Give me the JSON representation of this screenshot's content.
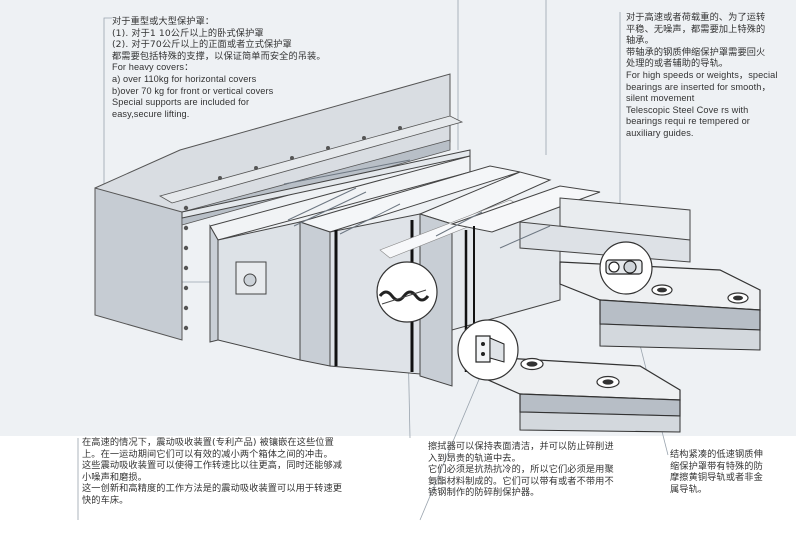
{
  "notes": {
    "heavy_covers": {
      "lines": [
        "对于重型或大型保护罩：",
        "(1). 对于1 10公斤以上的卧式保护罩",
        "(2). 对于70公斤以上的正面或者立式保护罩",
        "都需要包括特殊的支撑，以保证简单而安全的吊装。",
        "For heavy covers：",
        "a) over 110kg for horizontal covers",
        "b)over 70 kg for front or vertical covers",
        "Special supports are included for",
        "easy,secure lifting."
      ]
    },
    "high_speed": {
      "lines": [
        "对于高速或者荷载重的、为了运转",
        "平稳、无噪声，都需要加上特殊的",
        "轴承。",
        "带轴承的钢质伸缩保护罩需要回火",
        "处理的或者辅助的导轨。",
        "For high speeds or weights，special",
        "bearings are inserted for smooth，",
        "silent movement",
        "Telescopic Steel Cove rs with",
        "bearings requi re tempered or",
        "auxiliary guides."
      ]
    },
    "damping": {
      "lines": [
        "在高速的情况下，震动吸收装置(专利产品) 被镶嵌在这些位置",
        "上。在一运动期间它们可以有效的减小两个箱体之间的冲击。",
        "这些震动吸收装置可以使得工作转速比以往更高，同时还能够减",
        "小噪声和磨损。",
        "这一创新和高精度的工作方法是的震动吸收装置可以用于转速更",
        "快的车床。"
      ]
    },
    "wiper": {
      "lines": [
        "擦拭器可以保持表面清洁，并可以防止碎削进",
        "入到昂贵的轨道中去。",
        "它们必须是抗热抗冷的，所以它们必须是用聚",
        "氨酯材料制成的。它们可以带有或者不带用不",
        "锈钢制作的防碎削保护器。"
      ]
    },
    "compact": {
      "lines": [
        "结构紧凑的低速钢质伸",
        "缩保护罩带有特殊的防",
        "摩擦黄铜导轨或者非金",
        "属导轨。"
      ]
    }
  }
}
